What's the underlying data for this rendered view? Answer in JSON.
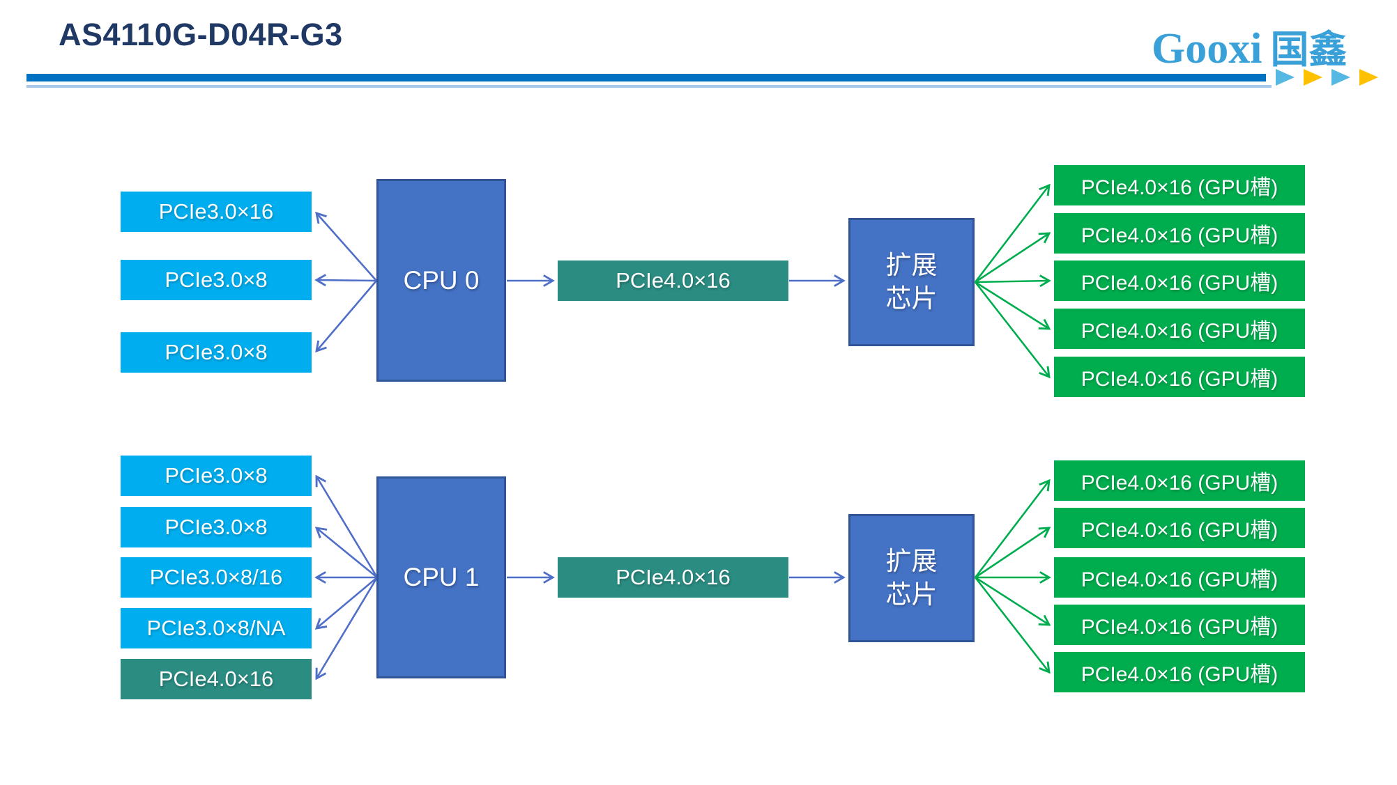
{
  "header": {
    "title": "AS4110G-D04R-G3",
    "logo": {
      "latin": "Gooxi",
      "cjk": "国鑫"
    }
  },
  "colors": {
    "title_navy": "#1F3864",
    "divider_blue": "#0070C0",
    "divider_light_blue": "#A9C7E6",
    "logo_blue": "#3AA0D8",
    "triangle_light_blue": "#55B8E2",
    "triangle_orange": "#FFC000",
    "slot_light_blue": "#00AEEF",
    "slot_teal": "#2B8C82",
    "slot_green": "#00AD4E",
    "cpu_fill_blue": "#4472C4",
    "cpu_border_blue": "#2F5597",
    "arrow_blue": "#4E6EC8",
    "arrow_green": "#00AD4E"
  },
  "diagram": {
    "sections": [
      {
        "cpu_label": "CPU 0",
        "left_slots": [
          "PCIe3.0×16",
          "PCIe3.0×8",
          "PCIe3.0×8"
        ],
        "link_label": "PCIe4.0×16",
        "expander_lines": [
          "扩展",
          "芯片"
        ],
        "gpu_slots": [
          "PCIe4.0×16 (GPU槽)",
          "PCIe4.0×16 (GPU槽)",
          "PCIe4.0×16 (GPU槽)",
          "PCIe4.0×16 (GPU槽)",
          "PCIe4.0×16 (GPU槽)"
        ]
      },
      {
        "cpu_label": "CPU 1",
        "left_slots": [
          "PCIe3.0×8",
          "PCIe3.0×8",
          "PCIe3.0×8/16",
          "PCIe3.0×8/NA",
          "PCIe4.0×16"
        ],
        "link_label": "PCIe4.0×16",
        "expander_lines": [
          "扩展",
          "芯片"
        ],
        "gpu_slots": [
          "PCIe4.0×16 (GPU槽)",
          "PCIe4.0×16 (GPU槽)",
          "PCIe4.0×16 (GPU槽)",
          "PCIe4.0×16 (GPU槽)",
          "PCIe4.0×16 (GPU槽)"
        ]
      }
    ]
  }
}
